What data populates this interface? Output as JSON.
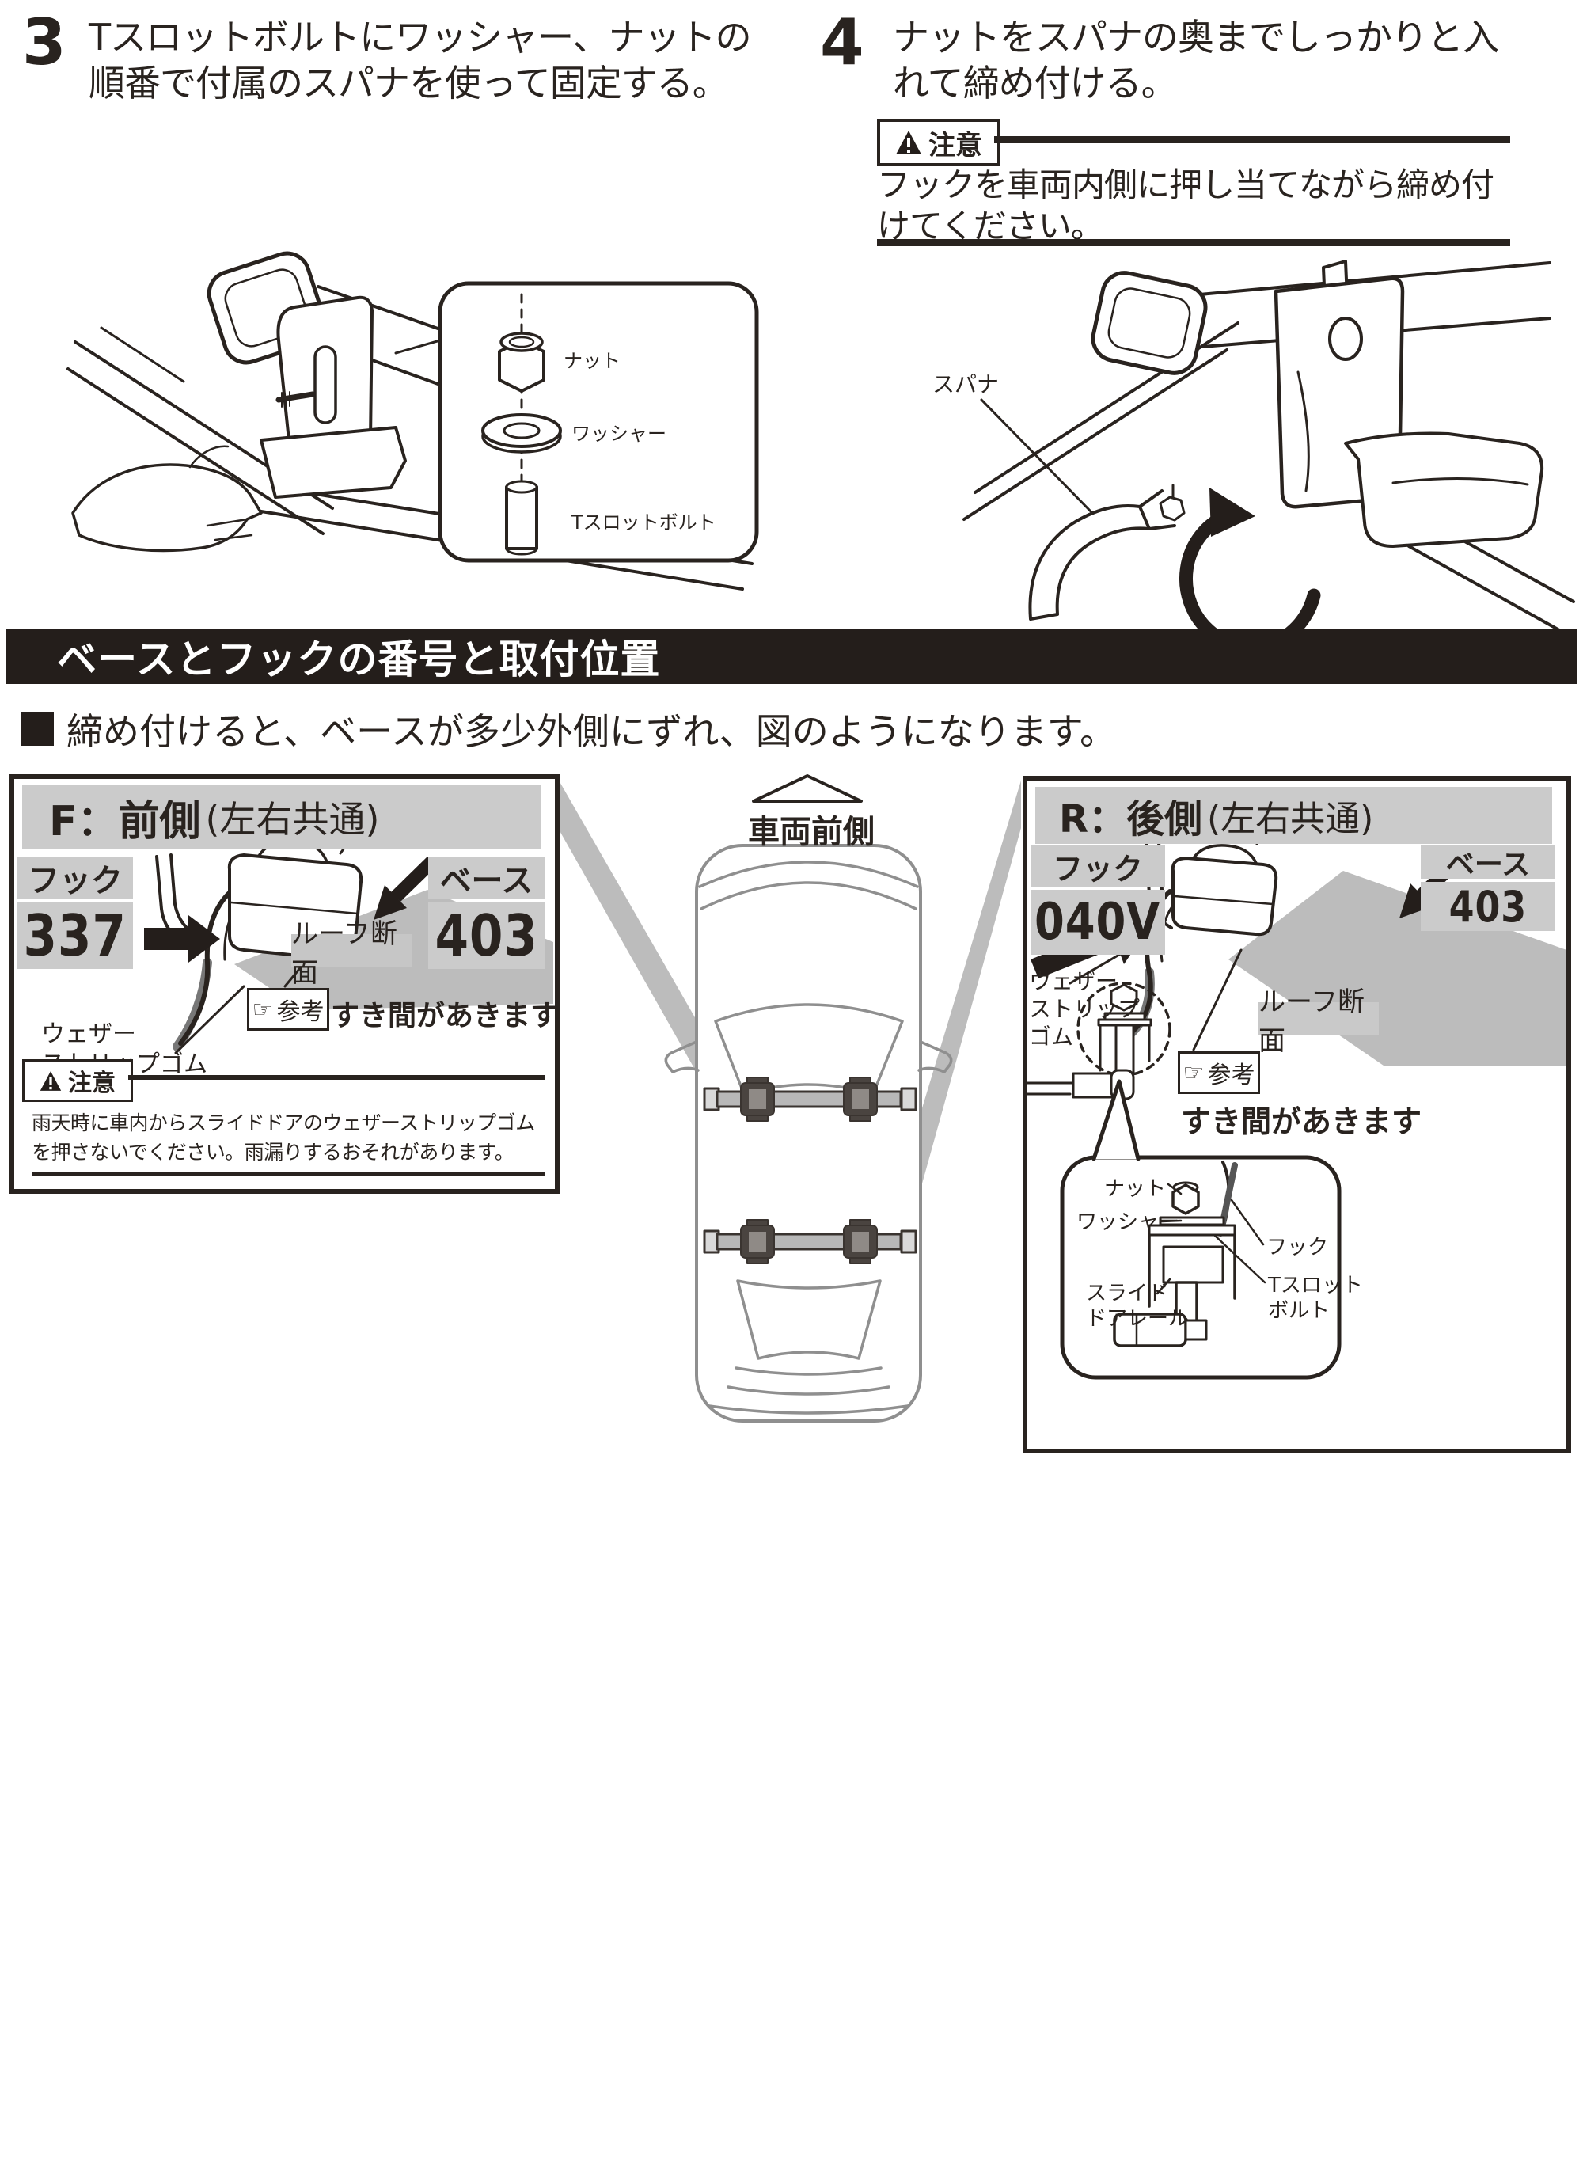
{
  "steps": [
    {
      "number": "3",
      "text_lines": [
        "Tスロットボルトにワッシャー、ナットの",
        "順番で付属のスパナを使って固定する。"
      ]
    },
    {
      "number": "4",
      "text_lines": [
        "ナットをスパナの奥までしっかりと入",
        "れて締め付ける。"
      ]
    }
  ],
  "step3_figure": {
    "nut": "ナット",
    "washer": "ワッシャー",
    "tslot_bolt": "Tスロットボルト"
  },
  "step4_caution": {
    "title": "注意",
    "text_lines": [
      "フックを車両内側に押し当てながら締め付",
      "けてください。"
    ]
  },
  "step4_figure": {
    "spanner": "スパナ"
  },
  "section_header": "ベースとフックの番号と取付位置",
  "lead_text": "締め付けると、ベースが多少外側にずれ、図のようになります。",
  "car_diagram": {
    "front_label": "車両前側"
  },
  "front_panel": {
    "title_prefix": "F：前側",
    "title_suffix": "(左右共通)",
    "hook_label": "フック",
    "hook_number": "337",
    "base_label": "ベース",
    "base_number": "403",
    "roof_section_label": "ルーフ断面",
    "weather_strip_lines": [
      "ウェザー",
      "ストリップゴム"
    ],
    "reference_icon": "☞",
    "reference_label": "参考",
    "gap_note": "すき間があきます",
    "caution_title": "注意",
    "caution_lines": [
      "雨天時に車内からスライドドアのウェザーストリップゴム",
      "を押さないでください。雨漏りするおそれがあります。"
    ]
  },
  "rear_panel": {
    "title_prefix": "R：後側",
    "title_suffix": "(左右共通)",
    "hook_label": "フック",
    "hook_number": "040V",
    "base_label": "ベース",
    "base_number": "403",
    "roof_section_label": "ルーフ断面",
    "weather_strip_lines": [
      "ウェザー",
      "ストリップ",
      "ゴム"
    ],
    "reference_icon": "☞",
    "reference_label": "参考",
    "gap_note": "すき間があきます",
    "detail_labels": {
      "nut": "ナット",
      "washer": "ワッシャー",
      "hook": "フック",
      "tslot_lines": [
        "Tスロット",
        "ボルト"
      ],
      "slide_rail_lines": [
        "スライド",
        "ドアレール"
      ]
    }
  },
  "colors": {
    "ink": "#29231f",
    "label_gray": "#cbcbcb",
    "band_gray": "#bcbcbc",
    "section_bar_bg": "#241e1b",
    "car_line_gray": "#8f8f8f",
    "strip_gray": "#777777"
  }
}
